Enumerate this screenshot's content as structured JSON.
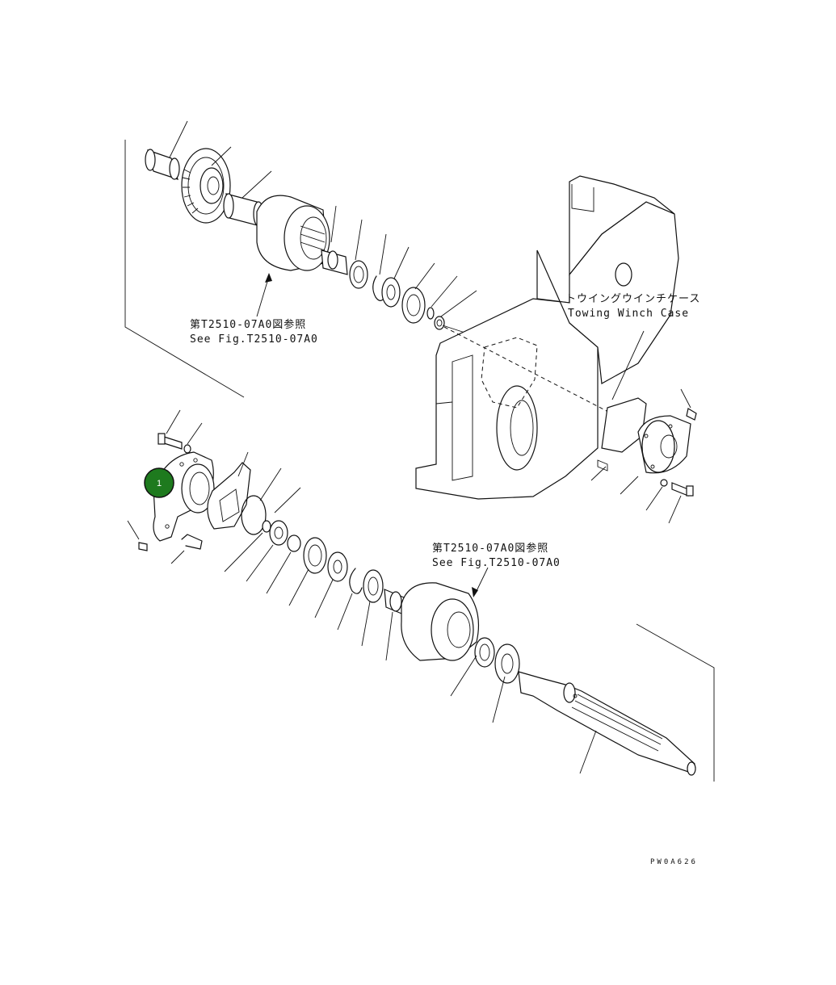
{
  "labels": {
    "ref_upper_jp": "第T2510-07A0図参照",
    "ref_upper_en": "See Fig.T2510-07A0",
    "ref_lower_jp": "第T2510-07A0図参照",
    "ref_lower_en": "See Fig.T2510-07A0",
    "case_jp": "トウイングウインチケース",
    "case_en": "Towing Winch Case",
    "drawing_code": "PW0A626"
  },
  "marker": {
    "number": "1",
    "color": "#1e7a1e"
  }
}
